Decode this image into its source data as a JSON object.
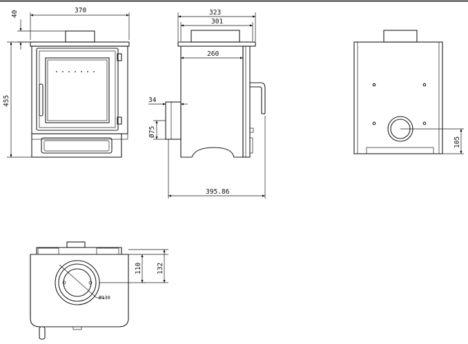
{
  "front_view": {
    "width_dim": "370",
    "height_dim": "455",
    "flue_offset_dim": "40"
  },
  "side_view": {
    "overall_depth_dim": "323",
    "body_depth_dim": "301",
    "inner_depth_dim": "260",
    "air_inlet_offset_dim": "34",
    "air_inlet_dia_dim": "Ø75",
    "total_depth_dim": "395.86"
  },
  "rear_view": {
    "outlet_height_dim": "105"
  },
  "top_view": {
    "flue_centre_dim": "110",
    "flue_edge_dim": "132",
    "flue_dia_dim": "Ø130"
  }
}
